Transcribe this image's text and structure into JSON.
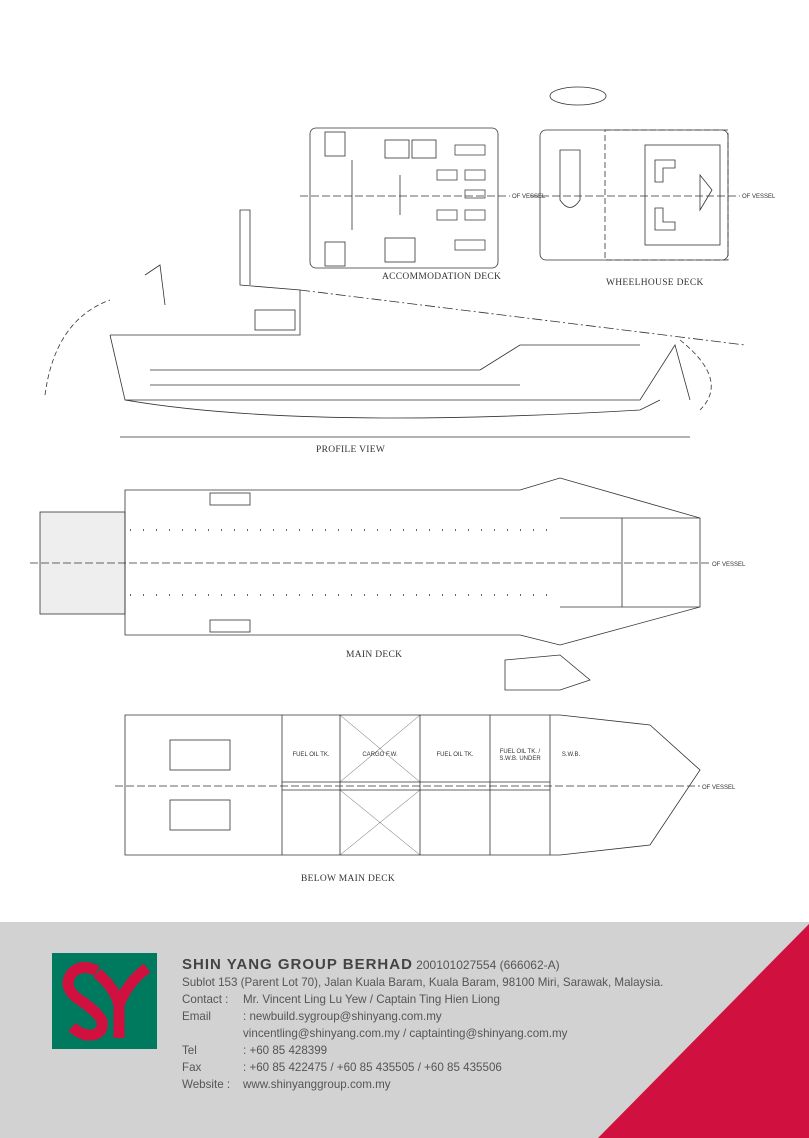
{
  "drawings": {
    "accommodation_deck": {
      "caption": "ACCOMMODATION DECK"
    },
    "wheelhouse_deck": {
      "caption": "WHEELHOUSE DECK"
    },
    "profile_view": {
      "caption": "PROFILE VIEW"
    },
    "main_deck": {
      "caption": "MAIN DECK"
    },
    "below_main_deck": {
      "caption": "BELOW MAIN DECK",
      "compartments": [
        "FUEL OIL TK.",
        "CARGO F.W.",
        "FUEL OIL TK.",
        "FUEL OIL TK. / S.W.B. UNDER",
        "S.W.B."
      ]
    },
    "centerline_label": "OF VESSEL"
  },
  "footer": {
    "company": "SHIN YANG GROUP BERHAD",
    "registration": "200101027554 (666062-A)",
    "address": "Sublot 153 (Parent Lot 70), Jalan Kuala Baram, Kuala Baram, 98100 Miri, Sarawak, Malaysia.",
    "contact_label": "Contact :",
    "contact": "Mr. Vincent Ling Lu Yew / Captain Ting Hien Liong",
    "email_label": "Email",
    "email_1": ":  newbuild.sygroup@shinyang.com.my",
    "email_2": "vincentling@shinyang.com.my / captainting@shinyang.com.my",
    "tel_label": "Tel",
    "tel": ":  +60 85 428399",
    "fax_label": "Fax",
    "fax": ":  +60 85 422475 / +60 85 435505  / +60 85 435506",
    "website_label": "Website :",
    "website": "www.shinyanggroup.com.my",
    "logo_text": "SY",
    "colors": {
      "green": "#007a5e",
      "red": "#d0103f",
      "grey": "#d1d2d1"
    }
  }
}
